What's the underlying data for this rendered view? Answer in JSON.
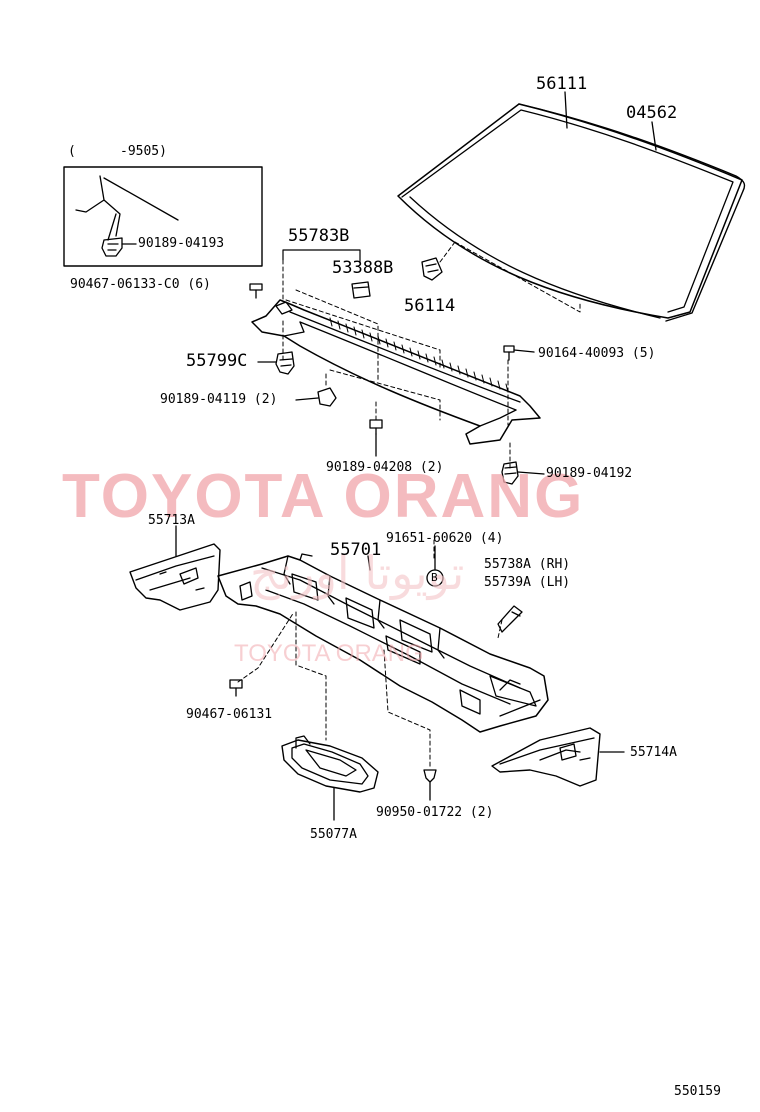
{
  "colors": {
    "line": "#000000",
    "watermark": "#f2a9ae",
    "background": "#ffffff"
  },
  "watermark": {
    "main": "TOYOTA ORANG",
    "sub": "TOYOTA ORANG",
    "arabic": "تويوتا اورنج"
  },
  "inset": {
    "date_open": "(",
    "date_code": "-9505)"
  },
  "labels": {
    "l56111": "56111",
    "l04562": "04562",
    "l90189_04193": "90189-04193",
    "l55783B": "55783B",
    "l53388B": "53388B",
    "l90467_06133": "90467-06133-C0 (6)",
    "l56114": "56114",
    "l90164_40093": "90164-40093 (5)",
    "l55799C": "55799C",
    "l90189_04119": "90189-04119 (2)",
    "l90189_04208": "90189-04208 (2)",
    "l90189_04192": "90189-04192",
    "l55713A": "55713A",
    "l91651_60620": "91651-60620 (4)",
    "l55701": "55701",
    "l55738A": "55738A (RH)",
    "l55739A": "55739A (LH)",
    "l90467_06131": "90467-06131",
    "l55714A": "55714A",
    "l90950_01722": "90950-01722 (2)",
    "l55077A": "55077A",
    "bolt_mark": "B",
    "diagram_code": "550159"
  }
}
